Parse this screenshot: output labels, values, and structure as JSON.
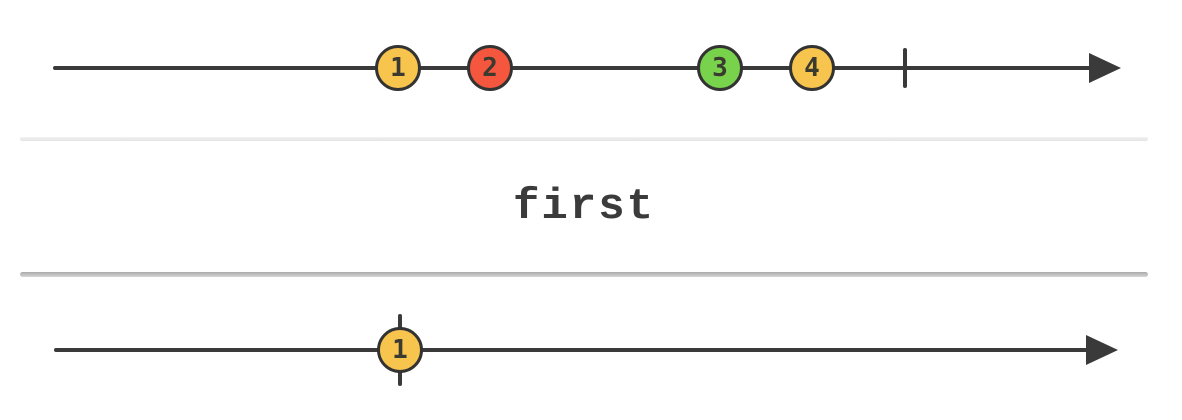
{
  "diagram": {
    "operator": {
      "label": "first"
    },
    "input_stream": {
      "marbles": [
        {
          "label": "1",
          "color": "amber"
        },
        {
          "label": "2",
          "color": "red"
        },
        {
          "label": "3",
          "color": "green"
        },
        {
          "label": "4",
          "color": "amber"
        }
      ],
      "completed": true
    },
    "output_stream": {
      "marbles": [
        {
          "label": "1",
          "color": "amber"
        }
      ],
      "completed": true
    },
    "palette": {
      "amber": "#f7c44d",
      "red": "#f4573d",
      "green": "#78d24b",
      "stroke": "#3a3a3a",
      "marble_border": "#333333",
      "divider_top": "#e9e9e9",
      "divider_bottom": "#b3b3b3",
      "background": "#ffffff",
      "text": "#3b3b3b"
    }
  }
}
